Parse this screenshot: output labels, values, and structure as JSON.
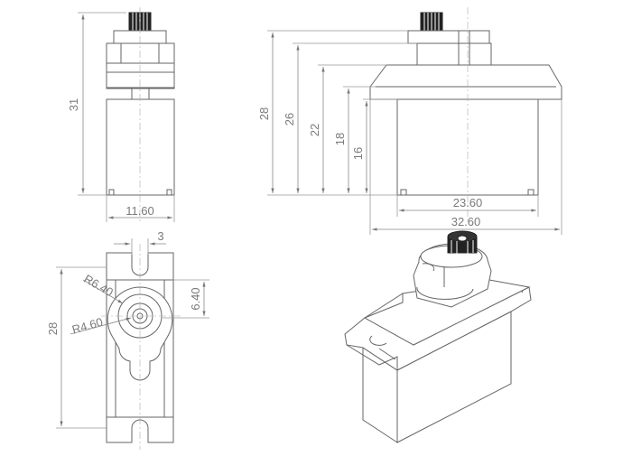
{
  "dimensions": {
    "side_height": "31",
    "side_width": "11.60",
    "front_28": "28",
    "front_26": "26",
    "front_22": "22",
    "front_18": "18",
    "front_16": "16",
    "front_body_width": "23.60",
    "front_overall_width": "32.60",
    "top_offset": "3",
    "top_radius_large": "R6.40",
    "top_radius_small": "R4.60",
    "top_height": "28",
    "top_6_40": "6.40"
  }
}
